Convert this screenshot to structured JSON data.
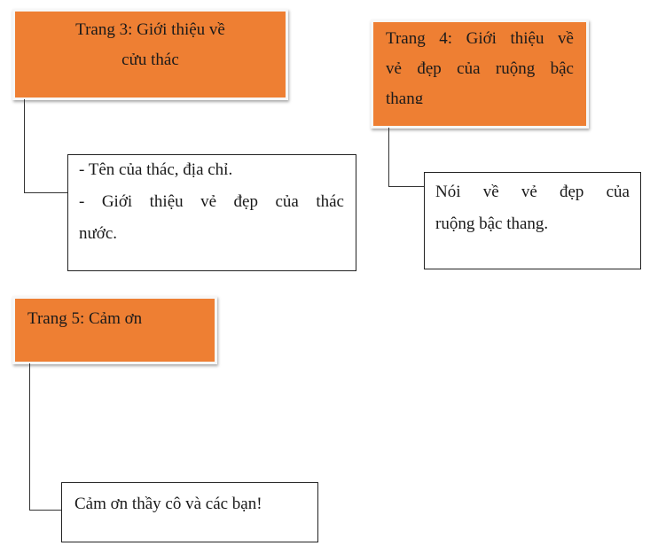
{
  "box_page3": {
    "line1": "Trang 3: Giới thiệu về",
    "line2": "cửu thác"
  },
  "box_page4": {
    "line1": "Trang 4: Giới thiệu về",
    "line2": "vẻ đẹp của ruộng bậc",
    "line3": "thang"
  },
  "box_page5": {
    "title": "Trang 5: Cảm ơn"
  },
  "detail_page3": {
    "line1": "- Tên của thác, địa chỉ.",
    "line2": "- Giới thiệu vẻ đẹp của thác",
    "line3": "nước."
  },
  "detail_page4": {
    "line1": "Nói về vẻ đẹp của",
    "line2": "ruộng bậc thang."
  },
  "detail_page5": {
    "text": "Cảm ơn thầy cô và các bạn!"
  },
  "colors": {
    "box_fill": "#ee7f33",
    "connector": "#333333"
  }
}
